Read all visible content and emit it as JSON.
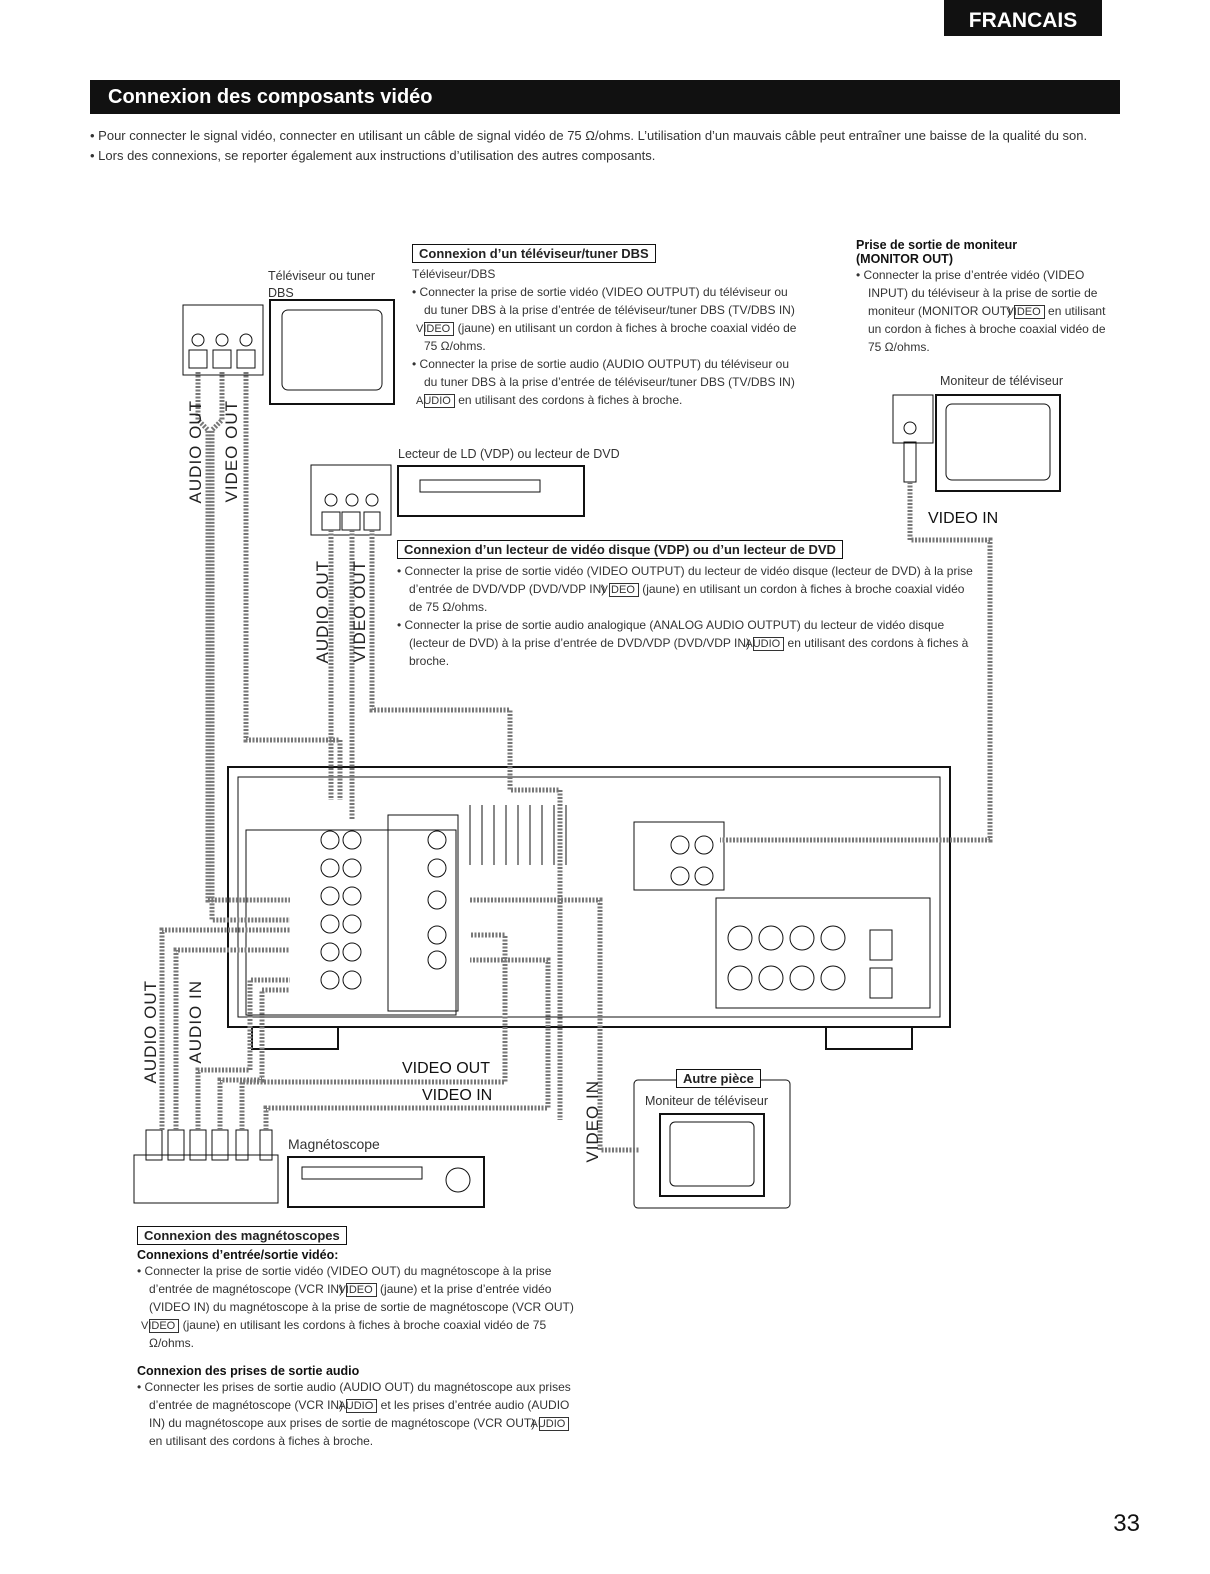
{
  "language_tab": "FRANCAIS",
  "section_title": "Connexion des composants vidéo",
  "intro_bullets": [
    "Pour connecter le signal vidéo, connecter en utilisant un câble de signal vidéo de 75 Ω/ohms. L’utilisation d’un mauvais câble peut entraîner une baisse de la qualité du son.",
    "Lors des connexions, se reporter également aux instructions d’utilisation des autres composants."
  ],
  "tv_dbs": {
    "device_label": "Téléviseur ou tuner DBS",
    "heading": "Connexion d’un téléviseur/tuner DBS",
    "subheading": "Téléviseur/DBS",
    "bullet1_a": "Connecter la prise de sortie vidéo (VIDEO OUTPUT) du téléviseur ou du tuner DBS à la prise d’entrée de téléviseur/tuner DBS (TV/DBS IN)",
    "bullet1_tag": "VIDEO",
    "bullet1_b": "(jaune) en utilisant un cordon à fiches à broche coaxial vidéo de 75 Ω/ohms.",
    "bullet2_a": "Connecter la prise de sortie audio (AUDIO OUTPUT) du téléviseur ou du tuner DBS à la prise d’entrée de téléviseur/tuner DBS (TV/DBS IN)",
    "bullet2_tag": "AUDIO",
    "bullet2_b": "en utilisant des cordons à fiches à broche."
  },
  "monitor_out": {
    "heading_line1": "Prise de sortie de moniteur",
    "heading_line2": "(MONITOR OUT)",
    "bullet_a": "Connecter la prise d’entrée vidéo (VIDEO INPUT) du téléviseur à la prise de sortie de moniteur (MONITOR OUT)",
    "bullet_tag": "VIDEO",
    "bullet_b": "en utilisant un cordon à fiches à broche coaxial vidéo de 75 Ω/ohms.",
    "device_label": "Moniteur de téléviseur",
    "video_in_label": "VIDEO IN"
  },
  "vdp": {
    "device_label": "Lecteur de LD (VDP) ou lecteur de DVD",
    "heading": "Connexion d’un lecteur de vidéo disque (VDP) ou d’un lecteur de DVD",
    "bullet1_a": "Connecter la prise de sortie vidéo (VIDEO OUTPUT) du lecteur de vidéo disque (lecteur de DVD) à la prise d’entrée de DVD/VDP (DVD/VDP IN)",
    "bullet1_tag": "VIDEO",
    "bullet1_b": "(jaune) en utilisant un cordon à fiches à broche coaxial vidéo de 75 Ω/ohms.",
    "bullet2_a": "Connecter la prise de sortie audio analogique (ANALOG AUDIO OUTPUT) du lecteur de vidéo disque (lecteur de DVD) à la prise d’entrée de DVD/VDP (DVD/VDP IN)",
    "bullet2_tag": "AUDIO",
    "bullet2_b": "en utilisant des cordons à fiches à broche."
  },
  "diagram_labels": {
    "audio_out": "AUDIO OUT",
    "video_out": "VIDEO OUT",
    "audio_in": "AUDIO IN",
    "video_in": "VIDEO IN",
    "video_out_h": "VIDEO OUT",
    "video_in_h": "VIDEO IN",
    "vcr_label": "Magnétoscope",
    "other_room_heading": "Autre pièce",
    "other_room_monitor": "Moniteur de téléviseur"
  },
  "vcr": {
    "heading": "Connexion des magnétoscopes",
    "sub1": "Connexions d’entrée/sortie vidéo:",
    "bullet1_a": "Connecter la prise de sortie vidéo (VIDEO OUT) du magnétoscope à la prise d’entrée de magnétoscope (VCR IN)",
    "bullet1_tag": "VIDEO",
    "bullet1_b": "(jaune) et la prise d’entrée vidéo (VIDEO IN) du magnétoscope à la prise de sortie de magnétoscope (VCR OUT)",
    "bullet1_tag2": "VIDEO",
    "bullet1_c": "(jaune) en utilisant les cordons à fiches à broche coaxial vidéo de 75 Ω/ohms.",
    "sub2": "Connexion des prises de sortie audio",
    "bullet2_a": "Connecter les prises de sortie audio (AUDIO OUT) du magnétoscope aux prises d’entrée de magnétoscope (VCR IN)",
    "bullet2_tag": "AUDIO",
    "bullet2_b": "et les prises d’entrée audio (AUDIO IN) du magnétoscope aux prises de sortie de magnétoscope (VCR OUT)",
    "bullet2_tag2": "AUDIO",
    "bullet2_c": "en utilisant des cordons à fiches à broche."
  },
  "page_number": "33"
}
